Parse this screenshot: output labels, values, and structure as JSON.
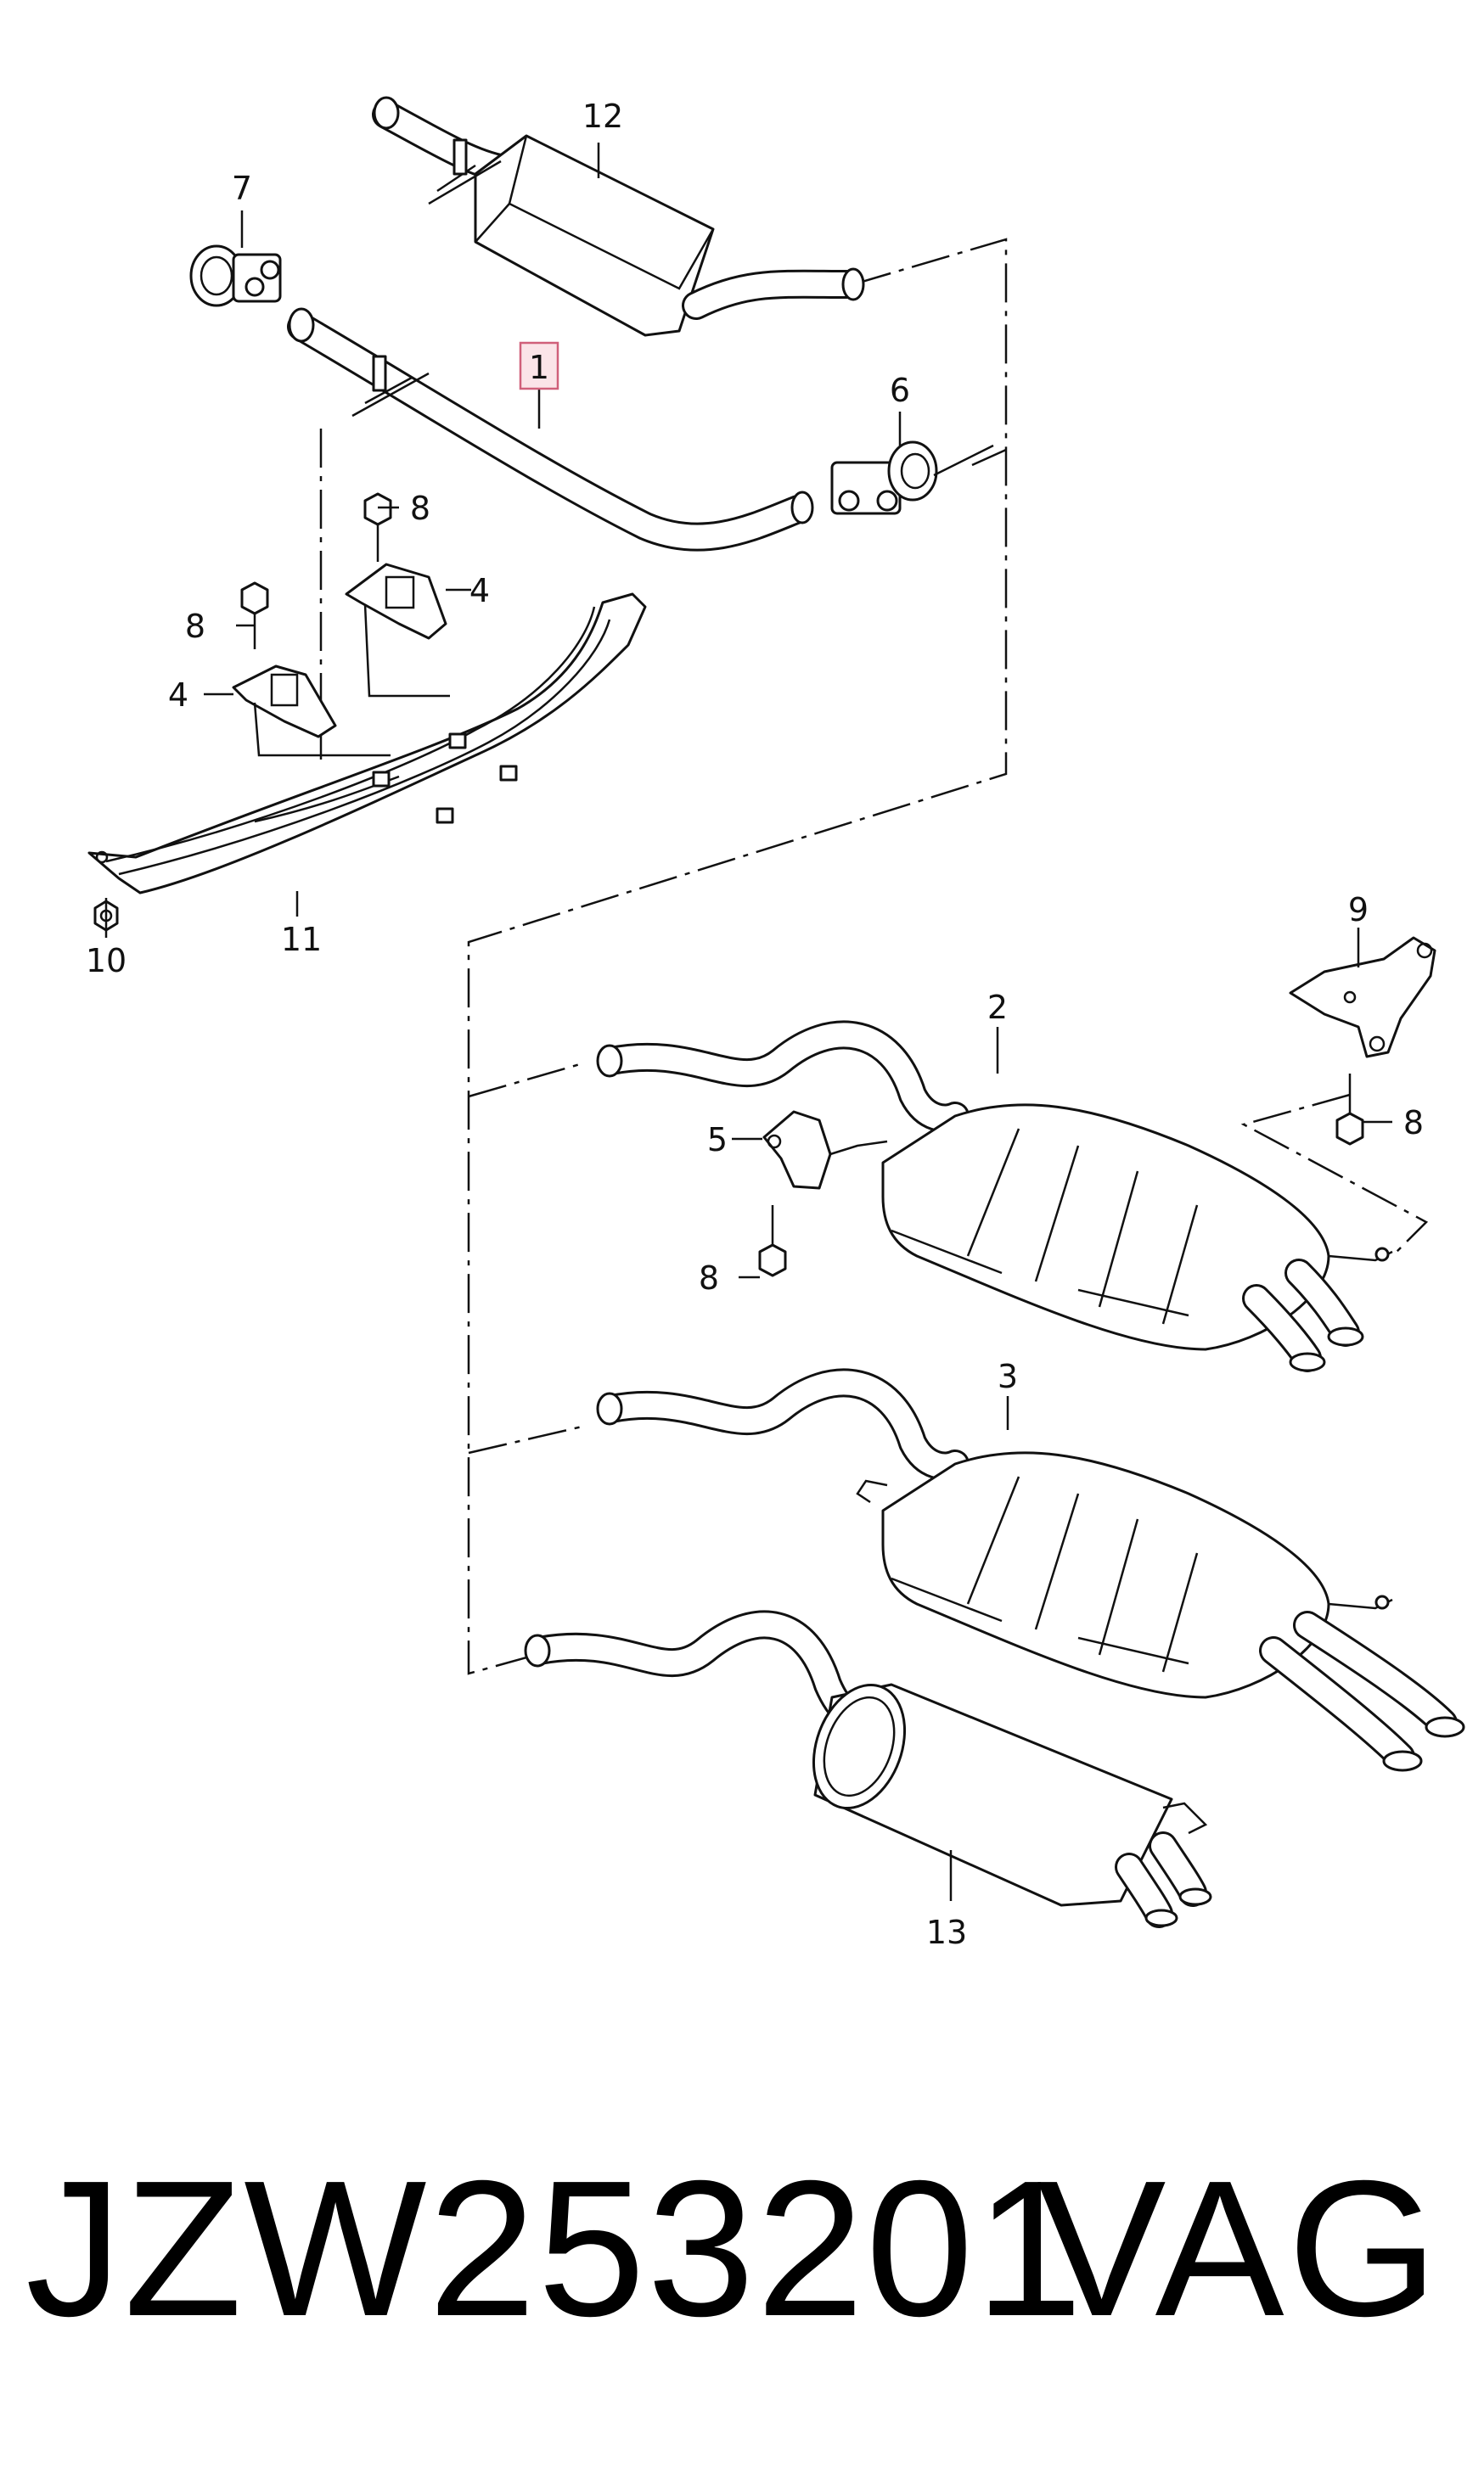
{
  "callouts": {
    "c1": "1",
    "c2": "2",
    "c3": "3",
    "c4a": "4",
    "c4b": "4",
    "c5": "5",
    "c6": "6",
    "c7": "7",
    "c8a": "8",
    "c8b": "8",
    "c8c": "8",
    "c8d": "8",
    "c9": "9",
    "c10": "10",
    "c11": "11",
    "c12": "12",
    "c13": "13"
  },
  "highlighted_callout": "1",
  "highlight_color": "#d0607a",
  "part_number": "JZW253201",
  "brand": "VAG"
}
